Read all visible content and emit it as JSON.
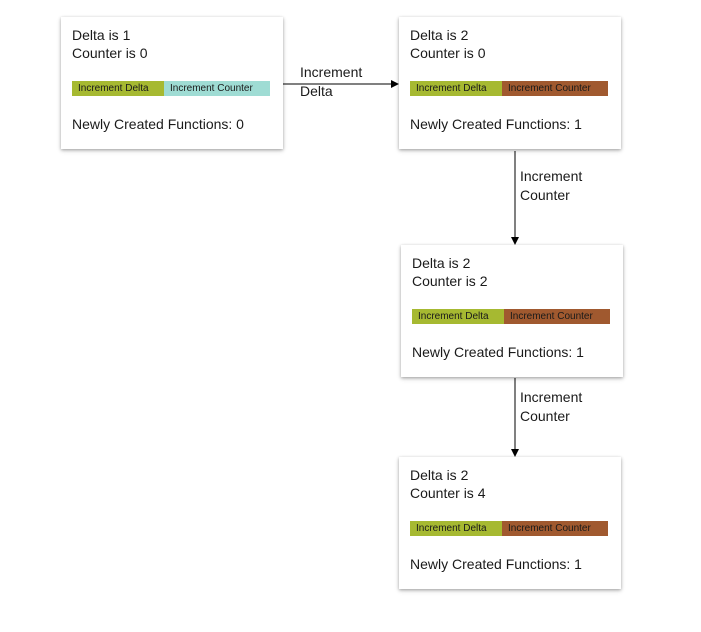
{
  "colors": {
    "delta_button": "#a6b931",
    "counter_button_initial": "#9fdcd4",
    "counter_button_changed": "#a0592f"
  },
  "states": [
    {
      "delta_text": "Delta is 1",
      "counter_text": "Counter is 0",
      "delta_button": "Increment Delta",
      "counter_button": "Increment Counter",
      "functions_text": "Newly Created Functions: 0"
    },
    {
      "delta_text": "Delta is 2",
      "counter_text": "Counter is 0",
      "delta_button": "Increment Delta",
      "counter_button": "Increment Counter",
      "functions_text": "Newly Created Functions: 1"
    },
    {
      "delta_text": "Delta is 2",
      "counter_text": "Counter is 2",
      "delta_button": "Increment Delta",
      "counter_button": "Increment Counter",
      "functions_text": "Newly Created Functions: 1"
    },
    {
      "delta_text": "Delta is 2",
      "counter_text": "Counter is 4",
      "delta_button": "Increment Delta",
      "counter_button": "Increment Counter",
      "functions_text": "Newly Created Functions: 1"
    }
  ],
  "transitions": [
    {
      "label_line1": "Increment",
      "label_line2": "Delta"
    },
    {
      "label_line1": "Increment",
      "label_line2": "Counter"
    },
    {
      "label_line1": "Increment",
      "label_line2": "Counter"
    }
  ]
}
